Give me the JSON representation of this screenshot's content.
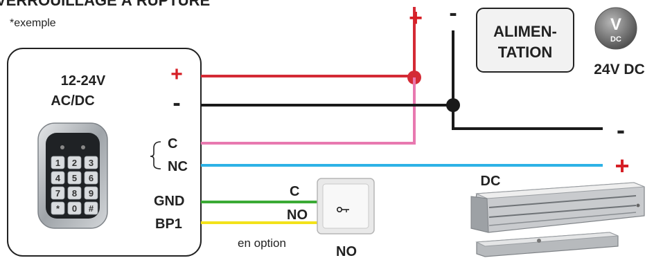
{
  "title": "VERROUILLAGE À RUPTURE",
  "example_note": "*exemple",
  "reader": {
    "voltage_line1": "12-24V",
    "voltage_line2": "AC/DC",
    "terminal_plus": "+",
    "terminal_minus": "-",
    "terminal_c": "C",
    "terminal_nc": "NC",
    "terminal_gnd": "GND",
    "terminal_bp1": "BP1",
    "keys": [
      "1",
      "2",
      "3",
      "4",
      "5",
      "6",
      "7",
      "8",
      "9",
      "*",
      "0",
      "#"
    ]
  },
  "power_supply": {
    "label_line1": "ALIMEN-",
    "label_line2": "TATION",
    "plus": "+",
    "minus": "-",
    "badge_letter": "V",
    "badge_sub": "DC",
    "voltage": "24V DC"
  },
  "exit_button": {
    "wire_c": "C",
    "wire_no": "NO",
    "caption": "NO",
    "optional_note": "en option"
  },
  "magnetic_lock": {
    "label": "DC",
    "plus": "+",
    "minus": "-"
  },
  "colors": {
    "red_wire": "#d42a35",
    "black_wire": "#1a1a1a",
    "pink_wire": "#e879b0",
    "blue_wire": "#2eb2e6",
    "green_wire": "#3aaa35",
    "yellow_wire": "#f3e21a",
    "accent_red": "#d61f26"
  }
}
